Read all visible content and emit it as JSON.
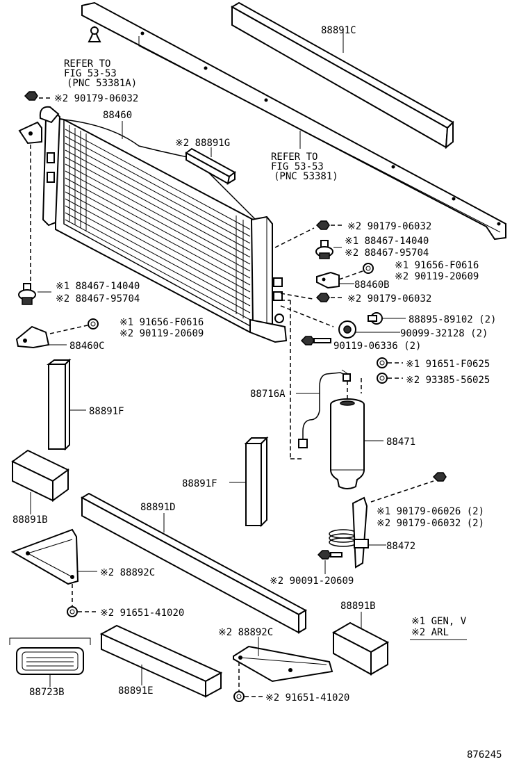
{
  "labels": {
    "l_88891C": "88891C",
    "ref1_a": "REFER TO",
    "ref1_b": "FIG 53-53",
    "ref1_c": "(PNC 53381A)",
    "l_90179_06032_top": "※2 90179-06032",
    "l_88460": "88460",
    "l_88891G": "※2 88891G",
    "ref2_a": "REFER TO",
    "ref2_b": "FIG 53-53",
    "ref2_c": "(PNC 53381)",
    "r_90179_06032_a": "※2 90179-06032",
    "r_88467_14040": "※1 88467-14040",
    "r_88467_95704": "※2 88467-95704",
    "r_91656_F0616": "※1 91656-F0616",
    "r_90119_20609": "※2 90119-20609",
    "r_88460B": "88460B",
    "r_90179_06032_b": "※2 90179-06032",
    "l_88467_14040": "※1 88467-14040",
    "l_88467_95704": "※2 88467-95704",
    "l_91656_F0616": "※1 91656-F0616",
    "l_90119_20609": "※2 90119-20609",
    "l_88460C": "88460C",
    "r_88895_89102": "88895-89102 (2)",
    "r_90099_32128": "90099-32128 (2)",
    "r_90119_06336": "90119-06336 (2)",
    "r_91651_F0625": "※1 91651-F0625",
    "r_93385_56025": "※2 93385-56025",
    "l_88716A": "88716A",
    "l_88471": "88471",
    "l_88891F_a": "88891F",
    "l_88891F_b": "88891F",
    "l_88891B_a": "88891B",
    "l_88891D": "88891D",
    "r_90179_06026": "※1 90179-06026 (2)",
    "r_90179_06032_c": "※2 90179-06032 (2)",
    "l_88472": "88472",
    "l_88892C_a": "※2 88892C",
    "l_90091_20609": "※2 90091-20609",
    "l_91651_41020_a": "※2 91651-41020",
    "l_88891B_b": "88891B",
    "legend_1": "※1 GEN, V",
    "legend_2": "※2 ARL",
    "l_88892C_b": "※2 88892C",
    "l_88723B": "88723B",
    "l_88891E": "88891E",
    "l_91651_41020_b": "※2 91651-41020",
    "diagram_no": "876245"
  }
}
